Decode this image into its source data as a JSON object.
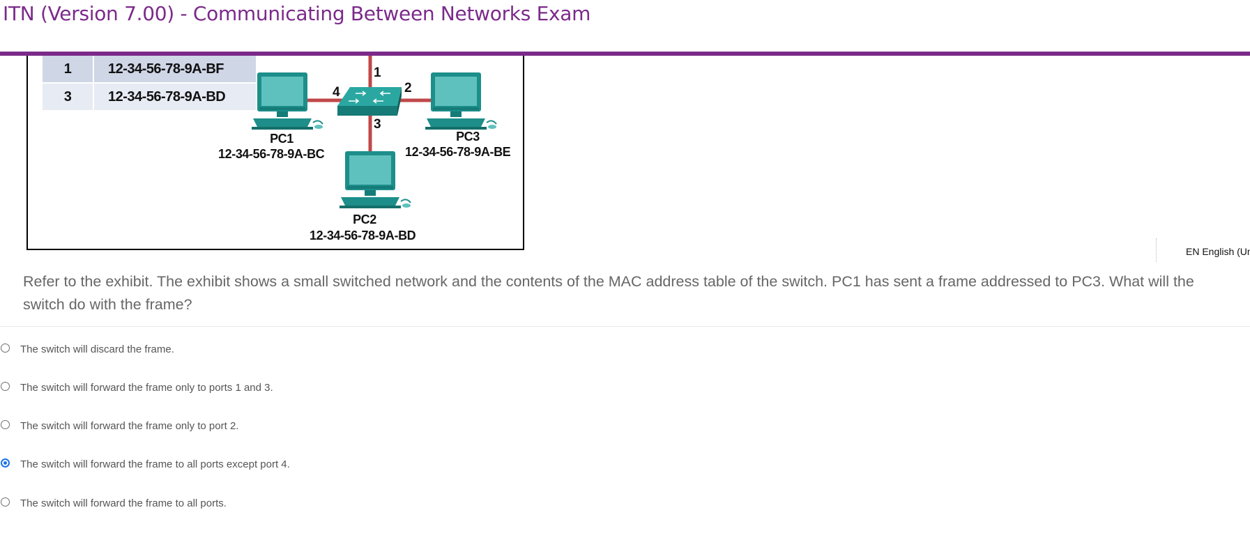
{
  "header": {
    "title": "ITN (Version 7.00) - Communicating Between Networks Exam",
    "accent": "#7b2a8a"
  },
  "exhibit": {
    "mac_table": [
      {
        "port": "1",
        "mac": "12-34-56-78-9A-BF"
      },
      {
        "port": "3",
        "mac": "12-34-56-78-9A-BD"
      }
    ],
    "switch_ports": {
      "p1": "1",
      "p2": "2",
      "p3": "3",
      "p4": "4"
    },
    "pcs": [
      {
        "name": "PC1",
        "mac": "12-34-56-78-9A-BC"
      },
      {
        "name": "PC2",
        "mac": "12-34-56-78-9A-BD"
      },
      {
        "name": "PC3",
        "mac": "12-34-56-78-9A-BE"
      }
    ]
  },
  "language": {
    "label": "EN English (Uni"
  },
  "question": {
    "text": "Refer to the exhibit. The exhibit shows a small switched network and the contents of the MAC address table of the switch. PC1 has sent a frame addressed to PC3. What will the switch do with the frame?"
  },
  "options": [
    {
      "text": "The switch will discard the frame.",
      "selected": false
    },
    {
      "text": "The switch will forward the frame only to ports 1 and 3.",
      "selected": false
    },
    {
      "text": "The switch will forward the frame only to port 2.",
      "selected": false
    },
    {
      "text": "The switch will forward the frame to all ports except port 4.",
      "selected": true
    },
    {
      "text": "The switch will forward the frame to all ports.",
      "selected": false
    }
  ]
}
